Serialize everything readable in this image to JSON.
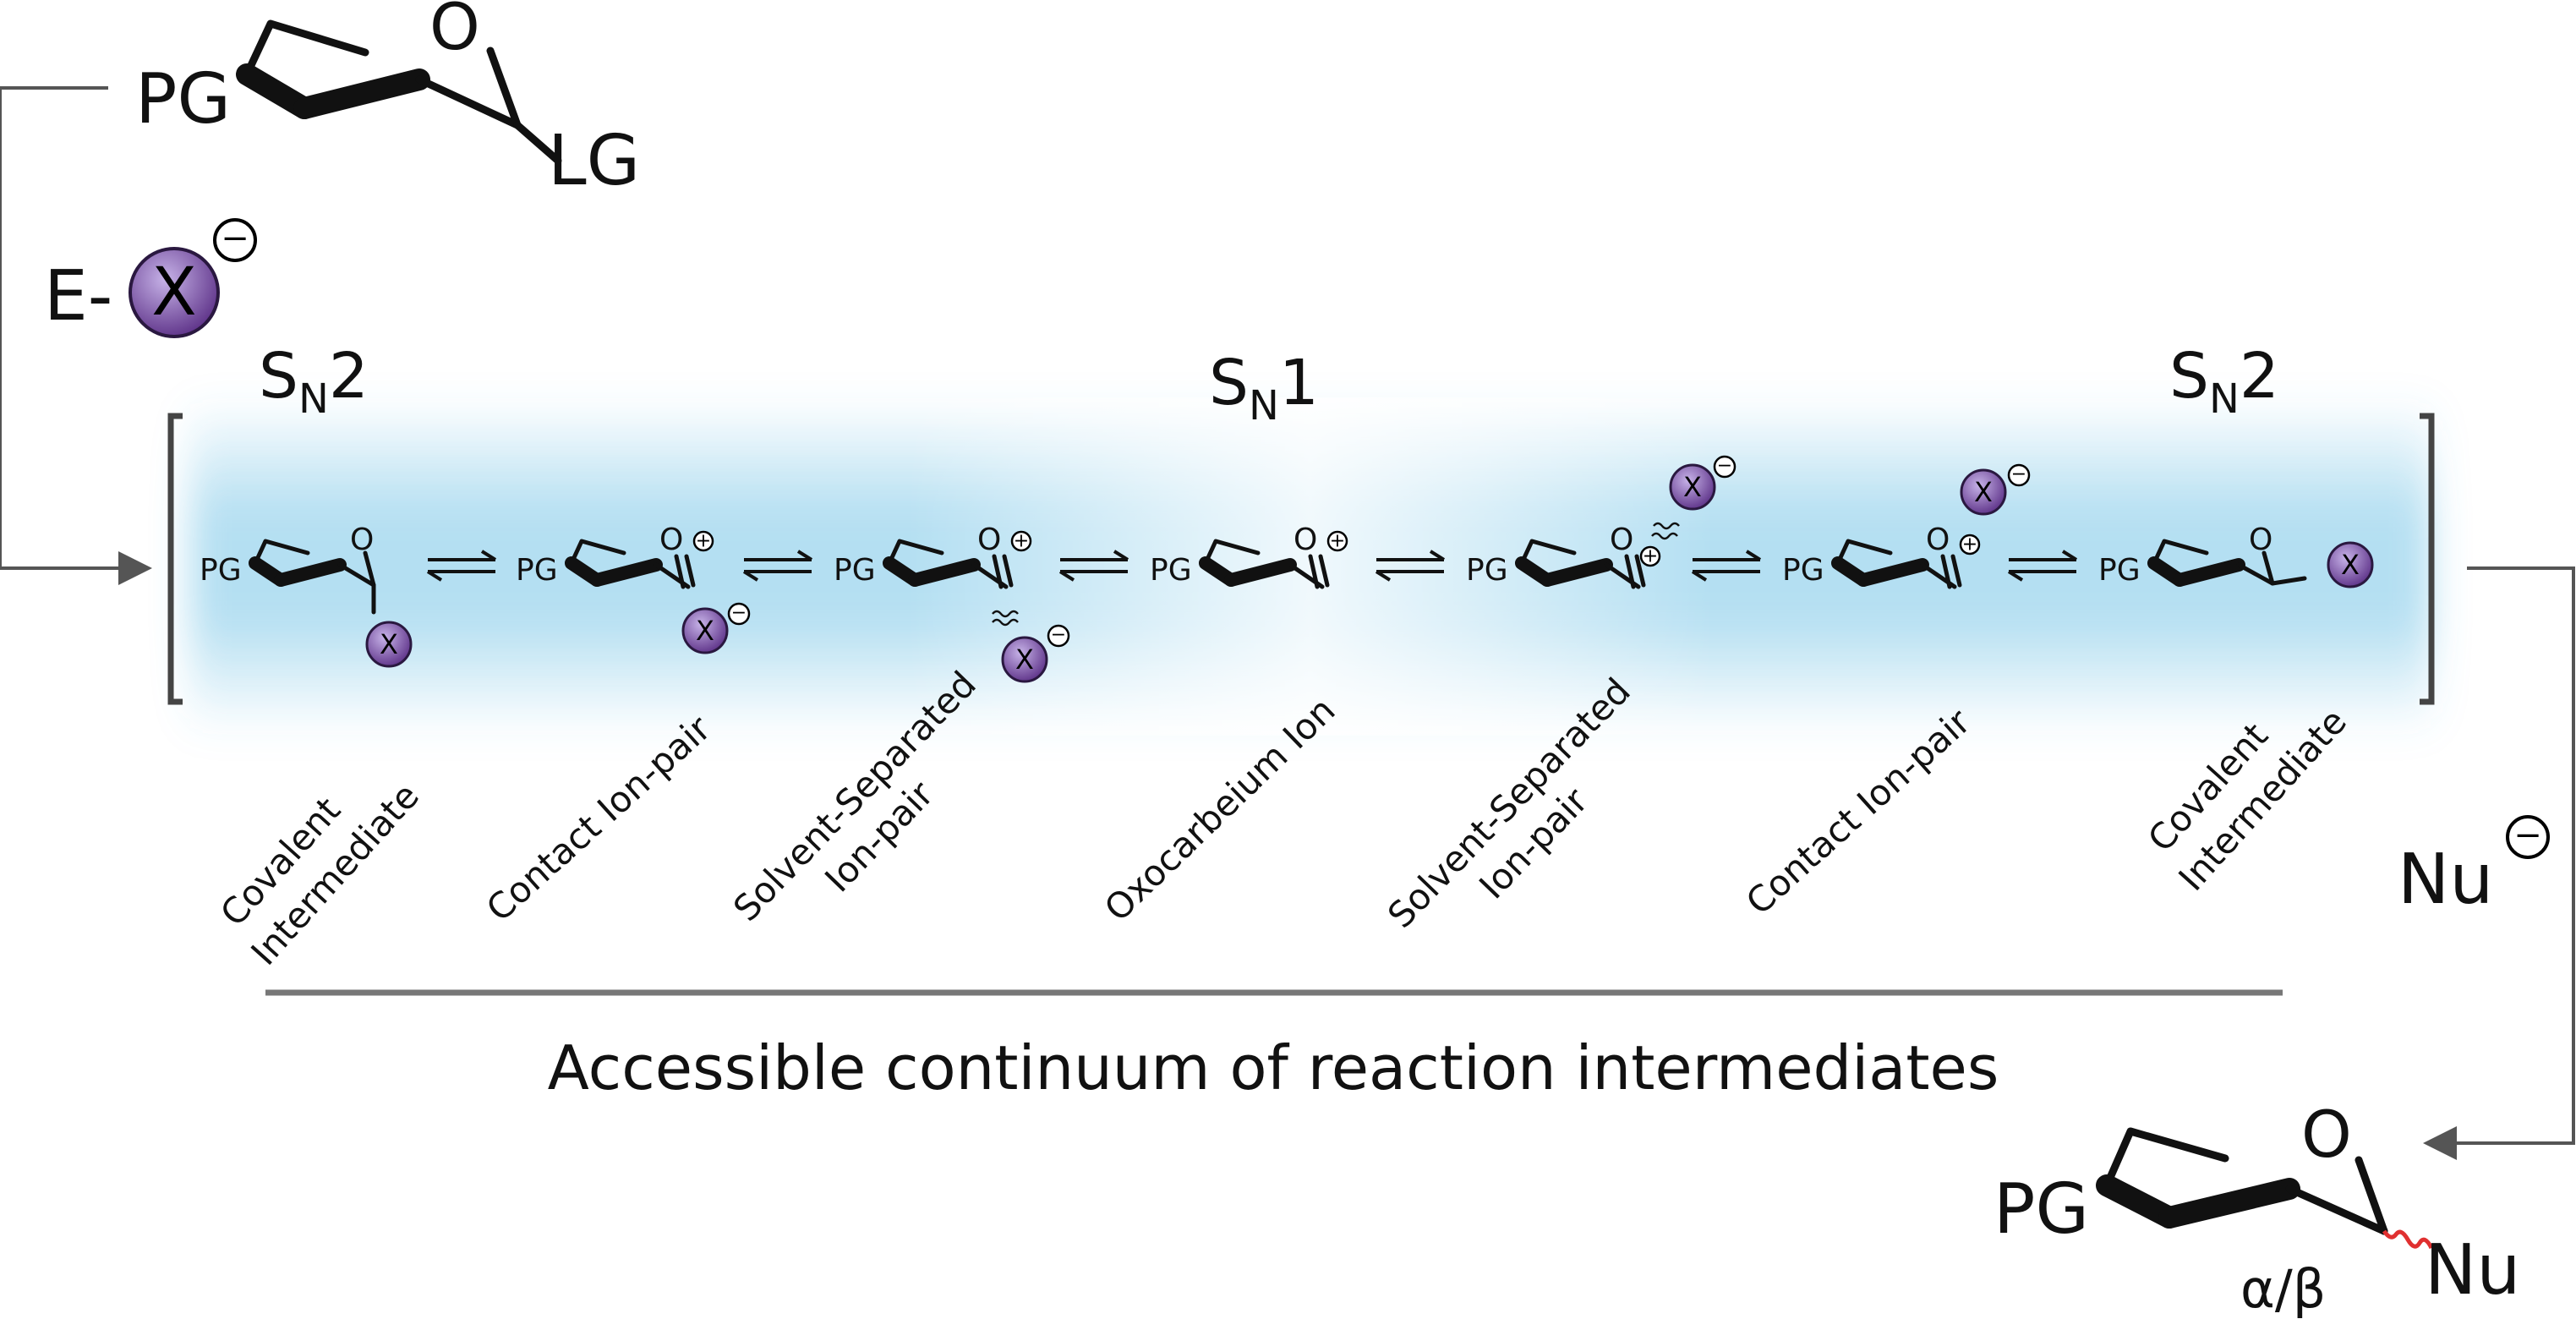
{
  "start_molecule": {
    "pg": "PG",
    "o": "O",
    "lg": "LG"
  },
  "reagent": {
    "prefix": "E-",
    "ion": "X",
    "charge": "−"
  },
  "mechanisms": {
    "left": {
      "main": "S",
      "sub": "N",
      "suffix": "2"
    },
    "center": {
      "main": "S",
      "sub": "N",
      "suffix": "1"
    },
    "right": {
      "main": "S",
      "sub": "N",
      "suffix": "2"
    }
  },
  "intermediates": [
    {
      "pg": "PG",
      "o": "O",
      "ion": "X",
      "label_lines": [
        "Covalent",
        "Intermediate"
      ]
    },
    {
      "pg": "PG",
      "o": "O",
      "charge": "+",
      "ion": "X",
      "ion_charge": "−",
      "label_lines": [
        "Contact Ion-pair"
      ]
    },
    {
      "pg": "PG",
      "o": "O",
      "charge": "+",
      "ion": "X",
      "ion_charge": "−",
      "label_lines": [
        "Solvent-Separated",
        "Ion-pair"
      ]
    },
    {
      "pg": "PG",
      "o": "O",
      "charge": "+",
      "label_lines": [
        "Oxocarbeium Ion"
      ]
    },
    {
      "pg": "PG",
      "o": "O",
      "charge": "+",
      "ion": "X",
      "ion_charge": "−",
      "label_lines": [
        "Solvent-Separated",
        "Ion-pair"
      ]
    },
    {
      "pg": "PG",
      "o": "O",
      "charge": "+",
      "ion": "X",
      "ion_charge": "−",
      "label_lines": [
        "Contact Ion-pair"
      ]
    },
    {
      "pg": "PG",
      "o": "O",
      "ion": "X",
      "label_lines": [
        "Covalent",
        "Intermediate"
      ]
    }
  ],
  "continuum_caption": "Accessible continuum of reaction intermediates",
  "nucleophile": {
    "label": "Nu",
    "charge": "−"
  },
  "product": {
    "pg": "PG",
    "o": "O",
    "nu": "Nu",
    "stereo": "α/β"
  },
  "colors": {
    "band": "#4fb3df",
    "ion_light": "#c7b3e8",
    "ion_dark": "#5b2f86",
    "wavy_bond": "#e03030"
  }
}
